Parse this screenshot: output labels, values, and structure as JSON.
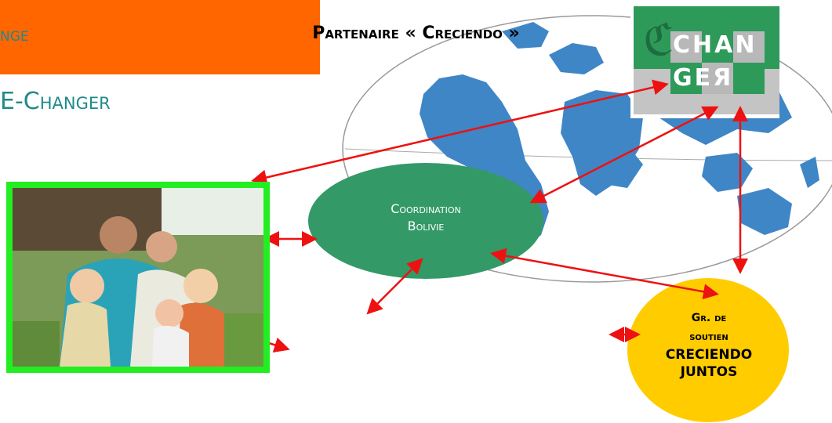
{
  "titles": {
    "line1": "nge",
    "line2": "E-Changer"
  },
  "logo": {
    "text_top": "CHAN",
    "text_bottom": "GEЯ",
    "colors": {
      "green": "#2e9a5a",
      "gray": "#b8b8b8",
      "dark_green": "#1c6e3e"
    }
  },
  "nodes": {
    "coordination": {
      "line1": "Coordination",
      "line2": "Bolivie",
      "color": "#339966"
    },
    "partner": {
      "label": "Partenaire « Creciendo »",
      "color": "#ff6600"
    },
    "support_group": {
      "line1": "Gr. de",
      "line2": "soutien",
      "line3": "CRECIENDO",
      "line4": "JUNTOS",
      "color": "#ffcc00"
    }
  },
  "photo": {
    "description_icon": "family-photo",
    "border_color": "#22ee22"
  },
  "arrow_color": "#ee1111",
  "map_color": "#3f86c6"
}
